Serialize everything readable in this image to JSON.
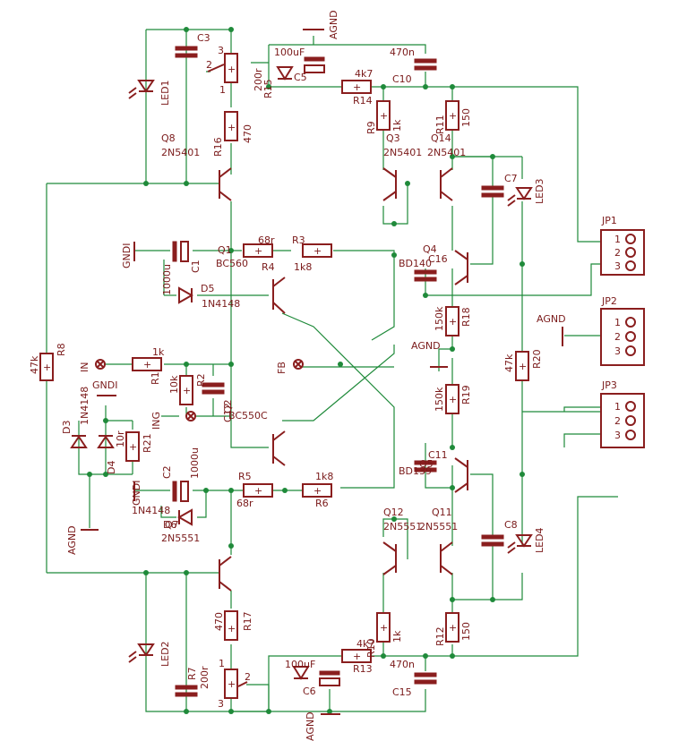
{
  "components": {
    "q8": {
      "ref": "Q8",
      "part": "2N5401"
    },
    "q7": {
      "ref": "Q7",
      "part": "2N5551"
    },
    "q1": {
      "ref": "Q1",
      "part": "BC560"
    },
    "q2": {
      "ref": "Q2",
      "part": "BC550C"
    },
    "q3": {
      "ref": "Q3",
      "part": "2N5401"
    },
    "q14": {
      "ref": "Q14",
      "part": "2N5401"
    },
    "q4": {
      "ref": "Q4",
      "part": "BD140"
    },
    "q5": {
      "ref": "Q5",
      "part": "BD139"
    },
    "q12": {
      "ref": "Q12",
      "part": "2N5551"
    },
    "q11": {
      "ref": "Q11",
      "part": "2N5551"
    },
    "r1": {
      "ref": "R1",
      "value": "1k"
    },
    "r2": {
      "ref": "R2",
      "value": "10k"
    },
    "r3": {
      "ref": "R3",
      "value": "1k8"
    },
    "r4": {
      "ref": "R4",
      "value": "68r"
    },
    "r5": {
      "ref": "R5",
      "value": "68r"
    },
    "r6": {
      "ref": "R6",
      "value": "1k8"
    },
    "r7": {
      "ref": "R7",
      "value": "200r"
    },
    "r8": {
      "ref": "R8",
      "value": "47k"
    },
    "r9": {
      "ref": "R9",
      "value": "1k"
    },
    "r10": {
      "ref": "R10",
      "value": "1k"
    },
    "r11": {
      "ref": "R11",
      "value": "150"
    },
    "r12": {
      "ref": "R12",
      "value": "150"
    },
    "r13": {
      "ref": "R13",
      "value": "4k7"
    },
    "r14": {
      "ref": "R14",
      "value": "4k7"
    },
    "r15": {
      "ref": "R15",
      "value": "200r"
    },
    "r16": {
      "ref": "R16",
      "value": "470"
    },
    "r17": {
      "ref": "R17",
      "value": "470"
    },
    "r18": {
      "ref": "R18",
      "value": "150k"
    },
    "r19": {
      "ref": "R19",
      "value": "150k"
    },
    "r20": {
      "ref": "R20",
      "value": "47k"
    },
    "r21": {
      "ref": "R21",
      "value": "10r"
    },
    "c1": {
      "ref": "C1",
      "value": "1000u"
    },
    "c2": {
      "ref": "C2",
      "value": "1000u"
    },
    "c3": {
      "ref": "C3"
    },
    "c5": {
      "ref": "C5",
      "value": "100uF"
    },
    "c6": {
      "ref": "C6",
      "value": "100uF"
    },
    "c7": {
      "ref": "C7"
    },
    "c8": {
      "ref": "C8"
    },
    "c10": {
      "ref": "C10",
      "value": "470n"
    },
    "c11": {
      "ref": "C11"
    },
    "c12": {
      "ref": "C12"
    },
    "c15": {
      "ref": "C15",
      "value": "470n"
    },
    "c16": {
      "ref": "C16"
    },
    "d3": {
      "ref": "D3",
      "part": "1N4148"
    },
    "d4": {
      "ref": "D4"
    },
    "d5": {
      "ref": "D5",
      "part": "1N4148"
    },
    "d6": {
      "ref": "D6",
      "part": "1N4148"
    },
    "led1": {
      "ref": "LED1"
    },
    "led2": {
      "ref": "LED2"
    },
    "led3": {
      "ref": "LED3"
    },
    "led4": {
      "ref": "LED4"
    }
  },
  "connectors": {
    "jp1": {
      "ref": "JP1",
      "pins": [
        "1",
        "2",
        "3"
      ]
    },
    "jp2": {
      "ref": "JP2",
      "pins": [
        "1",
        "2",
        "3"
      ]
    },
    "jp3": {
      "ref": "JP3",
      "pins": [
        "1",
        "2",
        "3"
      ]
    }
  },
  "nets": {
    "in": "IN",
    "ing": "ING",
    "fb": "FB",
    "gndi_1": "GNDI",
    "gndi_2": "GNDI",
    "gndi_3": "GNDI",
    "agnd_top": "AGND",
    "agnd_bottom": "AGND",
    "agnd_left": "AGND",
    "agnd_mid": "AGND",
    "agnd_jp2": "AGND"
  },
  "trimmer_pins": {
    "top": [
      "1",
      "2",
      "3"
    ],
    "bottom": [
      "1",
      "2",
      "3"
    ]
  },
  "colors": {
    "wire": "#1f8a3a",
    "part": "#8a1e1e",
    "label": "#7a1a1a"
  }
}
